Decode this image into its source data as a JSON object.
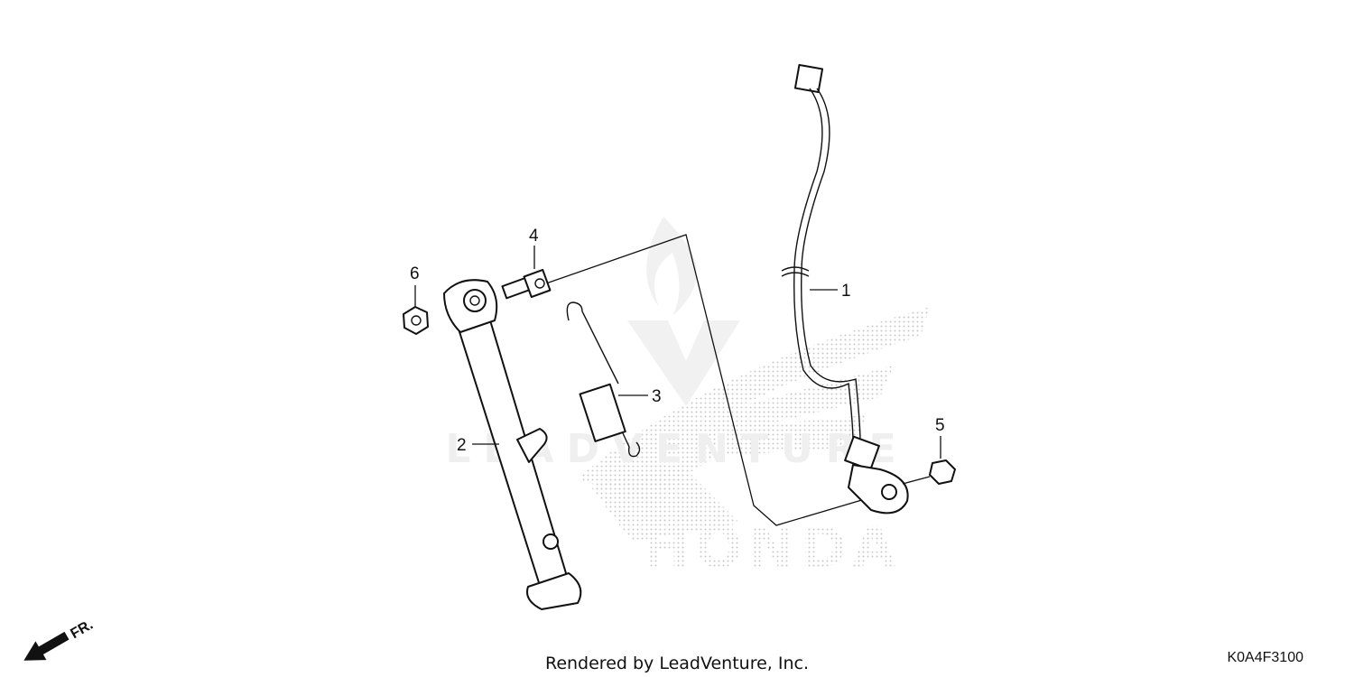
{
  "diagram": {
    "callouts": [
      {
        "id": "1",
        "label": "1"
      },
      {
        "id": "2",
        "label": "2"
      },
      {
        "id": "3",
        "label": "3"
      },
      {
        "id": "4",
        "label": "4"
      },
      {
        "id": "5",
        "label": "5"
      },
      {
        "id": "6",
        "label": "6"
      }
    ],
    "front_marker": "FR.",
    "watermark_brand": "HONDA",
    "watermark_text": "LEADVENTURE"
  },
  "footer": {
    "credit": "Rendered by LeadVenture, Inc.",
    "diagram_code": "K0A4F3100"
  },
  "colors": {
    "line": "#111111",
    "watermark": "#cfcfcf",
    "background": "#ffffff"
  }
}
